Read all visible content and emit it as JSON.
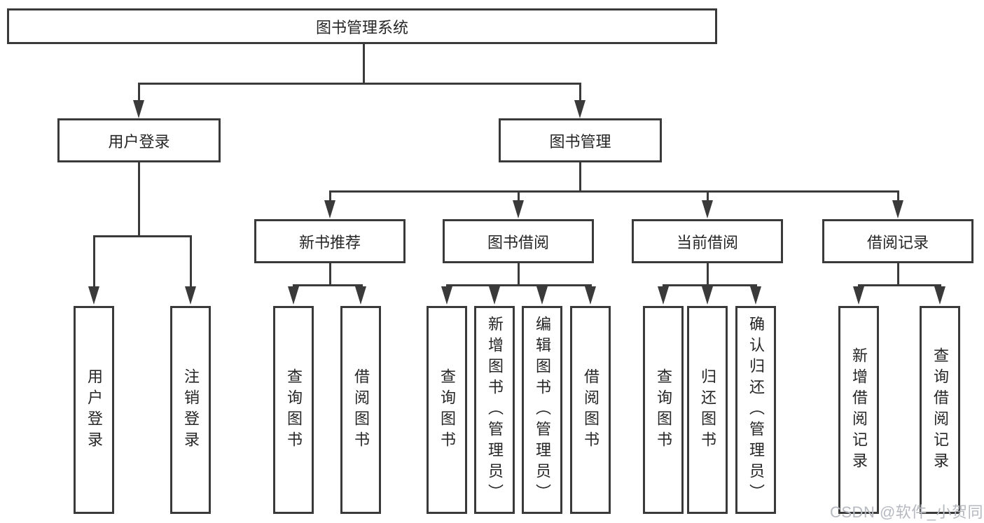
{
  "colors": {
    "background": "#ffffff",
    "line": "#3a3a3a",
    "text": "#262626",
    "watermark": "#b6b9c0"
  },
  "watermark": {
    "text": "CSDN @软件_小贺同学"
  },
  "tree": {
    "label": "图书管理系统",
    "children": [
      {
        "label": "用户登录",
        "children": [
          {
            "label": "用户登录"
          },
          {
            "label": "注销登录"
          }
        ]
      },
      {
        "label": "图书管理",
        "children": [
          {
            "label": "新书推荐",
            "children": [
              {
                "label": "查询图书"
              },
              {
                "label": "借阅图书"
              }
            ]
          },
          {
            "label": "图书借阅",
            "children": [
              {
                "label": "查询图书"
              },
              {
                "label": "新增图书（管理员）"
              },
              {
                "label": "编辑图书（管理员）"
              },
              {
                "label": "借阅图书"
              }
            ]
          },
          {
            "label": "当前借阅",
            "children": [
              {
                "label": "查询图书"
              },
              {
                "label": "归还图书"
              },
              {
                "label": "确认归还（管理员）"
              }
            ]
          },
          {
            "label": "借阅记录",
            "children": [
              {
                "label": "新增借阅记录"
              },
              {
                "label": "查询借阅记录"
              }
            ]
          }
        ]
      }
    ]
  }
}
